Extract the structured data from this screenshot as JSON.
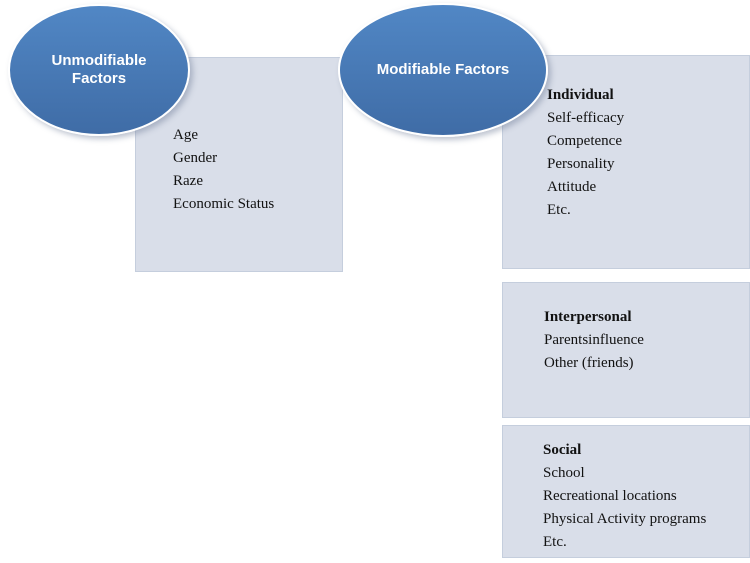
{
  "colors": {
    "ellipse_fill_top": "#5187c5",
    "ellipse_fill_bottom": "#3f6ca6",
    "box_fill": "#d9dee9",
    "box_border": "#c5cedd",
    "text": "#121212",
    "ellipse_text": "#ffffff",
    "bg": "#ffffff"
  },
  "ellipses": [
    {
      "id": "unmodifiable",
      "label": "Unmodifiable Factors"
    },
    {
      "id": "modifiable",
      "label": "Modifiable Factors"
    }
  ],
  "boxes": [
    {
      "id": "unmodifiable",
      "heading": "",
      "items": [
        "Age",
        "Gender",
        "Raze",
        "Economic Status"
      ]
    },
    {
      "id": "individual",
      "heading": "Individual",
      "items": [
        "Self-efficacy",
        "Competence",
        "Personality",
        "Attitude",
        "Etc."
      ]
    },
    {
      "id": "interpersonal",
      "heading": "Interpersonal",
      "items": [
        "Parentsinfluence",
        "Other (friends)"
      ]
    },
    {
      "id": "social",
      "heading": "Social",
      "items": [
        "School",
        "Recreational locations",
        "Physical Activity programs",
        "Etc."
      ]
    }
  ]
}
